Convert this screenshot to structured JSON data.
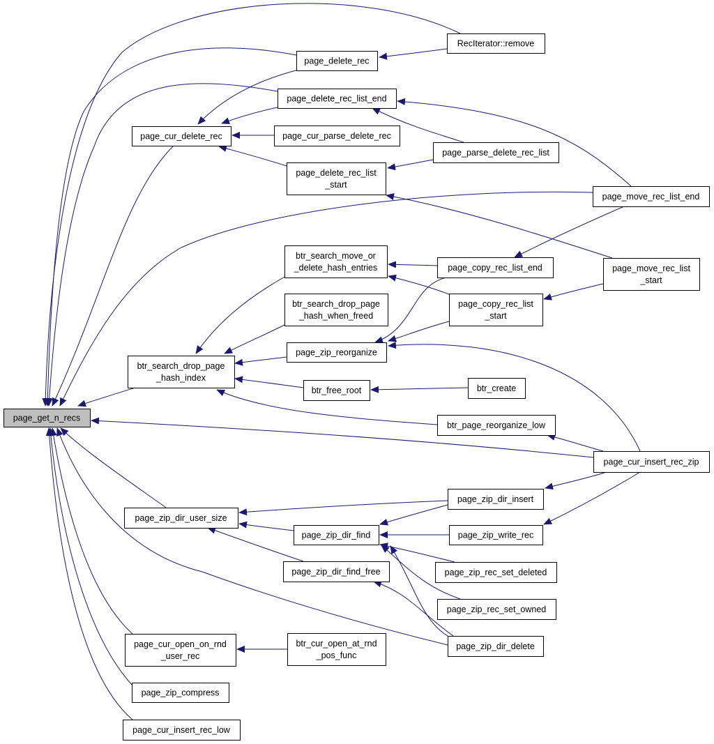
{
  "colors": {
    "edge": "#191970",
    "node_fill": "#ffffff",
    "root_fill": "#bfbfbf",
    "border": "#000000"
  },
  "nodes": [
    {
      "id": "page_get_n_recs",
      "lines": [
        "page_get_n_recs"
      ],
      "root": true
    },
    {
      "id": "page_cur_delete_rec",
      "lines": [
        "page_cur_delete_rec"
      ]
    },
    {
      "id": "btr_search_drop_page_hash_index",
      "lines": [
        "btr_search_drop_page",
        "_hash_index"
      ]
    },
    {
      "id": "page_zip_dir_user_size",
      "lines": [
        "page_zip_dir_user_size"
      ]
    },
    {
      "id": "page_cur_open_on_rnd_user_rec",
      "lines": [
        "page_cur_open_on_rnd",
        "_user_rec"
      ]
    },
    {
      "id": "page_zip_compress",
      "lines": [
        "page_zip_compress"
      ]
    },
    {
      "id": "page_cur_insert_rec_low",
      "lines": [
        "page_cur_insert_rec_low"
      ]
    },
    {
      "id": "page_delete_rec",
      "lines": [
        "page_delete_rec"
      ]
    },
    {
      "id": "page_delete_rec_list_end",
      "lines": [
        "page_delete_rec_list_end"
      ]
    },
    {
      "id": "page_cur_parse_delete_rec",
      "lines": [
        "page_cur_parse_delete_rec"
      ]
    },
    {
      "id": "page_delete_rec_list_start",
      "lines": [
        "page_delete_rec_list",
        "_start"
      ]
    },
    {
      "id": "btr_search_move_or_delete_hash_entries",
      "lines": [
        "btr_search_move_or",
        "_delete_hash_entries"
      ]
    },
    {
      "id": "btr_search_drop_page_hash_when_freed",
      "lines": [
        "btr_search_drop_page",
        "_hash_when_freed"
      ]
    },
    {
      "id": "page_zip_reorganize",
      "lines": [
        "page_zip_reorganize"
      ]
    },
    {
      "id": "btr_free_root",
      "lines": [
        "btr_free_root"
      ]
    },
    {
      "id": "page_zip_dir_find",
      "lines": [
        "page_zip_dir_find"
      ]
    },
    {
      "id": "page_zip_dir_find_free",
      "lines": [
        "page_zip_dir_find_free"
      ]
    },
    {
      "id": "btr_cur_open_at_rnd_pos_func",
      "lines": [
        "btr_cur_open_at_rnd",
        "_pos_func"
      ]
    },
    {
      "id": "RecIterator_remove",
      "lines": [
        "RecIterator::remove"
      ]
    },
    {
      "id": "page_parse_delete_rec_list",
      "lines": [
        "page_parse_delete_rec_list"
      ]
    },
    {
      "id": "page_copy_rec_list_end",
      "lines": [
        "page_copy_rec_list_end"
      ]
    },
    {
      "id": "page_copy_rec_list_start",
      "lines": [
        "page_copy_rec_list",
        "_start"
      ]
    },
    {
      "id": "btr_create",
      "lines": [
        "btr_create"
      ]
    },
    {
      "id": "btr_page_reorganize_low",
      "lines": [
        "btr_page_reorganize_low"
      ]
    },
    {
      "id": "page_zip_dir_insert",
      "lines": [
        "page_zip_dir_insert"
      ]
    },
    {
      "id": "page_zip_write_rec",
      "lines": [
        "page_zip_write_rec"
      ]
    },
    {
      "id": "page_zip_rec_set_deleted",
      "lines": [
        "page_zip_rec_set_deleted"
      ]
    },
    {
      "id": "page_zip_rec_set_owned",
      "lines": [
        "page_zip_rec_set_owned"
      ]
    },
    {
      "id": "page_zip_dir_delete",
      "lines": [
        "page_zip_dir_delete"
      ]
    },
    {
      "id": "page_move_rec_list_end",
      "lines": [
        "page_move_rec_list_end"
      ]
    },
    {
      "id": "page_move_rec_list_start",
      "lines": [
        "page_move_rec_list",
        "_start"
      ]
    },
    {
      "id": "page_cur_insert_rec_zip",
      "lines": [
        "page_cur_insert_rec_zip"
      ]
    }
  ],
  "edges": [
    {
      "from": "page_cur_delete_rec",
      "to": "page_get_n_recs"
    },
    {
      "from": "btr_search_drop_page_hash_index",
      "to": "page_get_n_recs"
    },
    {
      "from": "page_zip_dir_user_size",
      "to": "page_get_n_recs"
    },
    {
      "from": "page_cur_open_on_rnd_user_rec",
      "to": "page_get_n_recs"
    },
    {
      "from": "page_zip_compress",
      "to": "page_get_n_recs"
    },
    {
      "from": "page_cur_insert_rec_low",
      "to": "page_get_n_recs"
    },
    {
      "from": "page_delete_rec",
      "to": "page_get_n_recs"
    },
    {
      "from": "page_delete_rec_list_end",
      "to": "page_get_n_recs"
    },
    {
      "from": "RecIterator_remove",
      "to": "page_get_n_recs"
    },
    {
      "from": "page_move_rec_list_end",
      "to": "page_get_n_recs"
    },
    {
      "from": "page_cur_insert_rec_zip",
      "to": "page_get_n_recs"
    },
    {
      "from": "page_zip_dir_delete",
      "to": "page_get_n_recs"
    },
    {
      "from": "page_delete_rec",
      "to": "page_cur_delete_rec"
    },
    {
      "from": "page_delete_rec_list_end",
      "to": "page_cur_delete_rec"
    },
    {
      "from": "page_cur_parse_delete_rec",
      "to": "page_cur_delete_rec"
    },
    {
      "from": "page_delete_rec_list_start",
      "to": "page_cur_delete_rec"
    },
    {
      "from": "RecIterator_remove",
      "to": "page_delete_rec"
    },
    {
      "from": "page_move_rec_list_end",
      "to": "page_delete_rec_list_end"
    },
    {
      "from": "page_parse_delete_rec_list",
      "to": "page_delete_rec_list_end"
    },
    {
      "from": "page_parse_delete_rec_list",
      "to": "page_delete_rec_list_start"
    },
    {
      "from": "page_move_rec_list_start",
      "to": "page_delete_rec_list_start"
    },
    {
      "from": "btr_search_move_or_delete_hash_entries",
      "to": "btr_search_drop_page_hash_index"
    },
    {
      "from": "btr_search_drop_page_hash_when_freed",
      "to": "btr_search_drop_page_hash_index"
    },
    {
      "from": "page_zip_reorganize",
      "to": "btr_search_drop_page_hash_index"
    },
    {
      "from": "btr_free_root",
      "to": "btr_search_drop_page_hash_index"
    },
    {
      "from": "btr_page_reorganize_low",
      "to": "btr_search_drop_page_hash_index"
    },
    {
      "from": "page_copy_rec_list_end",
      "to": "btr_search_move_or_delete_hash_entries"
    },
    {
      "from": "page_copy_rec_list_start",
      "to": "btr_search_move_or_delete_hash_entries"
    },
    {
      "from": "page_copy_rec_list_end",
      "to": "page_zip_reorganize"
    },
    {
      "from": "page_copy_rec_list_start",
      "to": "page_zip_reorganize"
    },
    {
      "from": "page_cur_insert_rec_zip",
      "to": "page_zip_reorganize"
    },
    {
      "from": "btr_create",
      "to": "btr_free_root"
    },
    {
      "from": "page_move_rec_list_end",
      "to": "page_copy_rec_list_end"
    },
    {
      "from": "page_move_rec_list_start",
      "to": "page_copy_rec_list_start"
    },
    {
      "from": "page_cur_insert_rec_zip",
      "to": "btr_page_reorganize_low"
    },
    {
      "from": "page_zip_dir_insert",
      "to": "page_zip_dir_user_size"
    },
    {
      "from": "page_zip_dir_find",
      "to": "page_zip_dir_user_size"
    },
    {
      "from": "page_zip_dir_find_free",
      "to": "page_zip_dir_user_size"
    },
    {
      "from": "page_zip_dir_insert",
      "to": "page_zip_dir_find"
    },
    {
      "from": "page_zip_write_rec",
      "to": "page_zip_dir_find"
    },
    {
      "from": "page_zip_rec_set_deleted",
      "to": "page_zip_dir_find"
    },
    {
      "from": "page_zip_rec_set_owned",
      "to": "page_zip_dir_find"
    },
    {
      "from": "page_zip_dir_delete",
      "to": "page_zip_dir_find"
    },
    {
      "from": "page_zip_dir_delete",
      "to": "page_zip_dir_find_free"
    },
    {
      "from": "btr_cur_open_at_rnd_pos_func",
      "to": "page_cur_open_on_rnd_user_rec"
    },
    {
      "from": "page_cur_insert_rec_zip",
      "to": "page_zip_dir_insert"
    },
    {
      "from": "page_cur_insert_rec_zip",
      "to": "page_zip_write_rec"
    }
  ]
}
